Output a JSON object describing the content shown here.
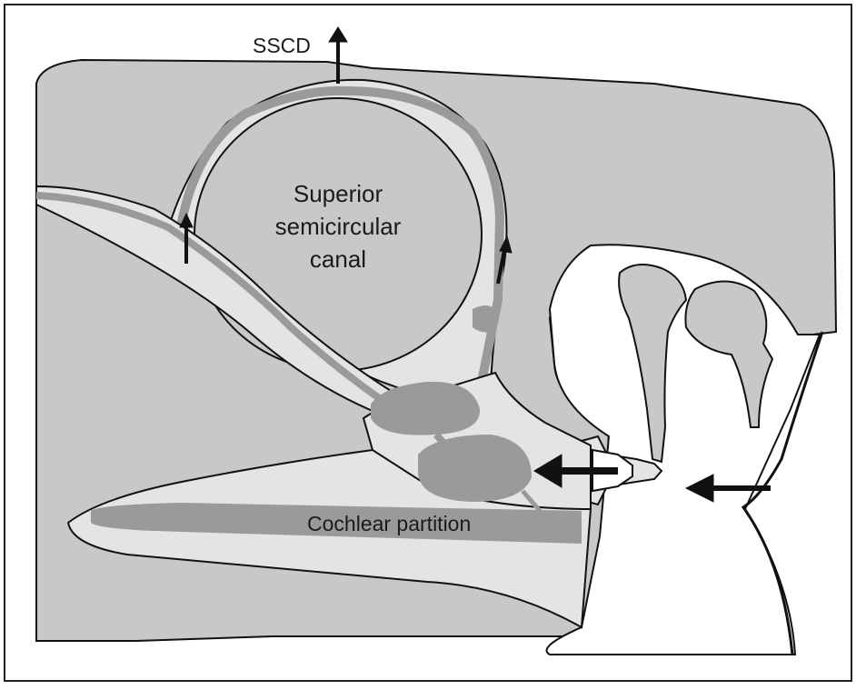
{
  "labels": {
    "sscd": "SSCD",
    "canal_line1": "Superior",
    "canal_line2": "semicircular",
    "canal_line3": "canal",
    "cochlear": "Cochlear partition"
  },
  "colors": {
    "bone": "#c8c8c8",
    "fluid": "#e4e4e4",
    "membrane": "#9a9a9a",
    "outline": "#111111",
    "background": "#ffffff"
  }
}
